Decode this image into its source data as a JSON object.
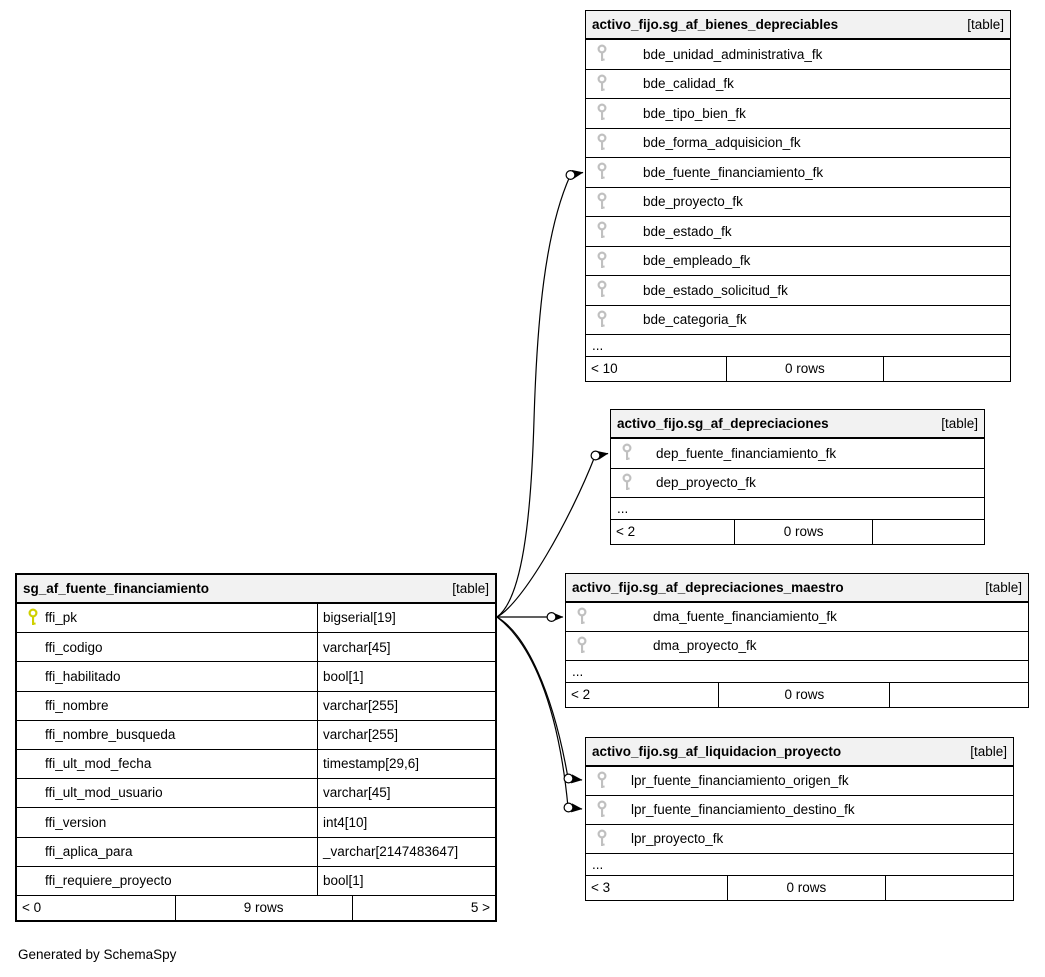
{
  "diagram": {
    "generated_by": "Generated by SchemaSpy"
  },
  "colors": {
    "primary_key_icon": "#cfd000",
    "foreign_key_icon": "#c0c0c0",
    "header_bg": "#f2f2f2",
    "border": "#000000"
  },
  "icons": {
    "primary_key": "key-icon",
    "foreign_key": "key-icon",
    "relationship_end": "circle-arrow-connector"
  },
  "tables": [
    {
      "title": "sg_af_fuente_financiamiento",
      "badge": "[table]",
      "columns": [
        {
          "name": "ffi_pk",
          "type": "bigserial[19]",
          "key": "primary"
        },
        {
          "name": "ffi_codigo",
          "type": "varchar[45]",
          "key": null
        },
        {
          "name": "ffi_habilitado",
          "type": "bool[1]",
          "key": null
        },
        {
          "name": "ffi_nombre",
          "type": "varchar[255]",
          "key": null
        },
        {
          "name": "ffi_nombre_busqueda",
          "type": "varchar[255]",
          "key": null
        },
        {
          "name": "ffi_ult_mod_fecha",
          "type": "timestamp[29,6]",
          "key": null
        },
        {
          "name": "ffi_ult_mod_usuario",
          "type": "varchar[45]",
          "key": null
        },
        {
          "name": "ffi_version",
          "type": "int4[10]",
          "key": null
        },
        {
          "name": "ffi_aplica_para",
          "type": "_varchar[2147483647]",
          "key": null
        },
        {
          "name": "ffi_requiere_proyecto",
          "type": "bool[1]",
          "key": null
        }
      ],
      "ellipsis": null,
      "footer": {
        "left": "< 0",
        "center": "9 rows",
        "right": "5 >"
      }
    },
    {
      "title": "activo_fijo.sg_af_bienes_depreciables",
      "badge": "[table]",
      "columns": [
        {
          "name": "bde_unidad_administrativa_fk",
          "type": null,
          "key": "foreign"
        },
        {
          "name": "bde_calidad_fk",
          "type": null,
          "key": "foreign"
        },
        {
          "name": "bde_tipo_bien_fk",
          "type": null,
          "key": "foreign"
        },
        {
          "name": "bde_forma_adquisicion_fk",
          "type": null,
          "key": "foreign"
        },
        {
          "name": "bde_fuente_financiamiento_fk",
          "type": null,
          "key": "foreign"
        },
        {
          "name": "bde_proyecto_fk",
          "type": null,
          "key": "foreign"
        },
        {
          "name": "bde_estado_fk",
          "type": null,
          "key": "foreign"
        },
        {
          "name": "bde_empleado_fk",
          "type": null,
          "key": "foreign"
        },
        {
          "name": "bde_estado_solicitud_fk",
          "type": null,
          "key": "foreign"
        },
        {
          "name": "bde_categoria_fk",
          "type": null,
          "key": "foreign"
        }
      ],
      "ellipsis": "...",
      "footer": {
        "left": "< 10",
        "center": "0 rows",
        "right": ""
      }
    },
    {
      "title": "activo_fijo.sg_af_depreciaciones",
      "badge": "[table]",
      "columns": [
        {
          "name": "dep_fuente_financiamiento_fk",
          "type": null,
          "key": "foreign"
        },
        {
          "name": "dep_proyecto_fk",
          "type": null,
          "key": "foreign"
        }
      ],
      "ellipsis": "...",
      "footer": {
        "left": "< 2",
        "center": "0 rows",
        "right": ""
      }
    },
    {
      "title": "activo_fijo.sg_af_depreciaciones_maestro",
      "badge": "[table]",
      "columns": [
        {
          "name": "dma_fuente_financiamiento_fk",
          "type": null,
          "key": "foreign"
        },
        {
          "name": "dma_proyecto_fk",
          "type": null,
          "key": "foreign"
        }
      ],
      "ellipsis": "...",
      "footer": {
        "left": "< 2",
        "center": "0 rows",
        "right": ""
      }
    },
    {
      "title": "activo_fijo.sg_af_liquidacion_proyecto",
      "badge": "[table]",
      "columns": [
        {
          "name": "lpr_fuente_financiamiento_origen_fk",
          "type": null,
          "key": "foreign"
        },
        {
          "name": "lpr_fuente_financiamiento_destino_fk",
          "type": null,
          "key": "foreign"
        },
        {
          "name": "lpr_proyecto_fk",
          "type": null,
          "key": "foreign"
        }
      ],
      "ellipsis": "...",
      "footer": {
        "left": "< 3",
        "center": "0 rows",
        "right": ""
      }
    }
  ],
  "relationships": [
    {
      "from": "sg_af_fuente_financiamiento.ffi_pk",
      "to": "activo_fijo.sg_af_bienes_depreciables.bde_fuente_financiamiento_fk"
    },
    {
      "from": "sg_af_fuente_financiamiento.ffi_pk",
      "to": "activo_fijo.sg_af_depreciaciones.dep_fuente_financiamiento_fk"
    },
    {
      "from": "sg_af_fuente_financiamiento.ffi_pk",
      "to": "activo_fijo.sg_af_depreciaciones_maestro.dma_fuente_financiamiento_fk"
    },
    {
      "from": "sg_af_fuente_financiamiento.ffi_pk",
      "to": "activo_fijo.sg_af_liquidacion_proyecto.lpr_fuente_financiamiento_origen_fk"
    },
    {
      "from": "sg_af_fuente_financiamiento.ffi_pk",
      "to": "activo_fijo.sg_af_liquidacion_proyecto.lpr_fuente_financiamiento_destino_fk"
    }
  ]
}
